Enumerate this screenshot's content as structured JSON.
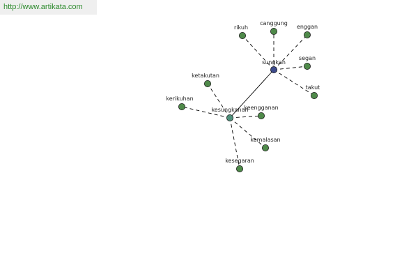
{
  "header": {
    "url": "http://www.artikata.com"
  },
  "graph": {
    "colors": {
      "hub_primary": "#3d4b8c",
      "hub_secondary": "#4f8f7a",
      "leaf": "#4f8a4a",
      "stroke": "#1a1a1a",
      "edge": "#000000"
    },
    "nodes": [
      {
        "id": "sungkan",
        "label": "sungkan",
        "kind": "hub_primary"
      },
      {
        "id": "kesungkanan",
        "label": "kesungkanan",
        "kind": "hub_secondary"
      },
      {
        "id": "rikuh",
        "label": "rikuh",
        "kind": "leaf"
      },
      {
        "id": "canggung",
        "label": "canggung",
        "kind": "leaf"
      },
      {
        "id": "enggan",
        "label": "enggan",
        "kind": "leaf"
      },
      {
        "id": "segan",
        "label": "segan",
        "kind": "leaf"
      },
      {
        "id": "takut",
        "label": "takut",
        "kind": "leaf"
      },
      {
        "id": "ketakutan",
        "label": "ketakutan",
        "kind": "leaf"
      },
      {
        "id": "kerikuhan",
        "label": "kerikuhan",
        "kind": "leaf"
      },
      {
        "id": "keengganan",
        "label": "keengganan",
        "kind": "leaf"
      },
      {
        "id": "kemalasan",
        "label": "kemalasan",
        "kind": "leaf"
      },
      {
        "id": "kesegaran",
        "label": "kesegaran",
        "kind": "leaf"
      }
    ],
    "edges": [
      {
        "from": "sungkan",
        "to": "kesungkanan",
        "style": "solid"
      },
      {
        "from": "sungkan",
        "to": "rikuh",
        "style": "dashed"
      },
      {
        "from": "sungkan",
        "to": "canggung",
        "style": "dashed"
      },
      {
        "from": "sungkan",
        "to": "enggan",
        "style": "dashed"
      },
      {
        "from": "sungkan",
        "to": "segan",
        "style": "dashed"
      },
      {
        "from": "sungkan",
        "to": "takut",
        "style": "dashed"
      },
      {
        "from": "kesungkanan",
        "to": "ketakutan",
        "style": "dashed"
      },
      {
        "from": "kesungkanan",
        "to": "kerikuhan",
        "style": "dashed"
      },
      {
        "from": "kesungkanan",
        "to": "keengganan",
        "style": "dashed"
      },
      {
        "from": "kesungkanan",
        "to": "kemalasan",
        "style": "dashed"
      },
      {
        "from": "kesungkanan",
        "to": "kesegaran",
        "style": "dashed"
      }
    ]
  }
}
